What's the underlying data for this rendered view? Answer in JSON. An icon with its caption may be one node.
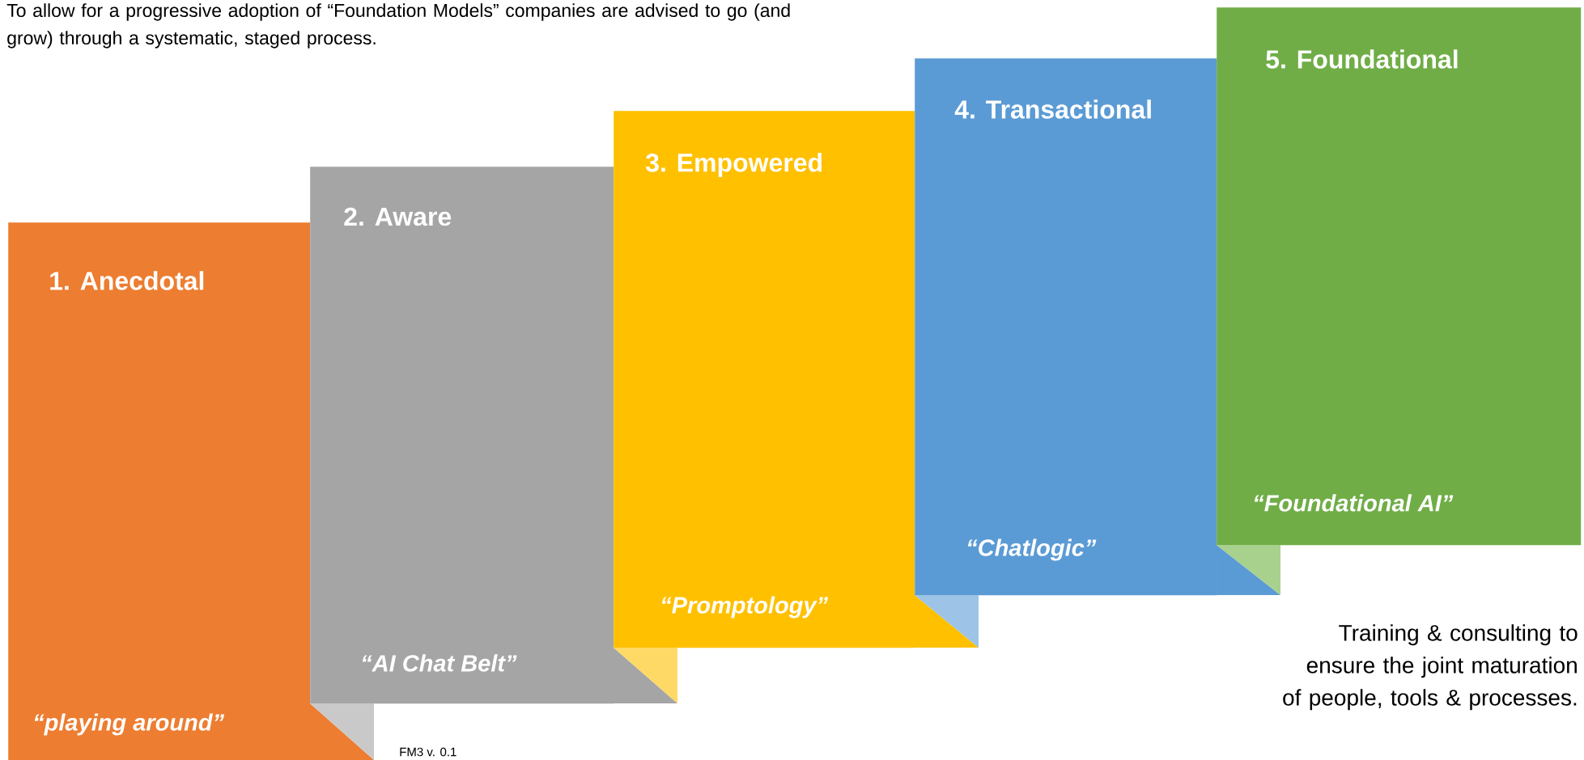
{
  "diagram": {
    "nodes": [
      {
        "text": [
          "1. Anecdotal",
          "“playing around”"
        ]
      },
      {
        "text": [
          "2. Aware",
          "“AI Chat Belt”"
        ]
      },
      {
        "text": [
          "3. Empowered",
          "“Promptology”"
        ]
      },
      {
        "text": [
          "4. Transactional",
          "“Chatlogic”"
        ]
      },
      {
        "text": [
          "5. Foundational",
          "“Foundational AI”"
        ]
      }
    ],
    "labels": [
      "To allow for a progressive adoption of “Foundation Models” companies are advised to go (and grow) through a systematic, staged process.",
      "Training & consulting to ensure the joint maturation of people, tools & processes.",
      "FM3  v. 0.1"
    ]
  }
}
